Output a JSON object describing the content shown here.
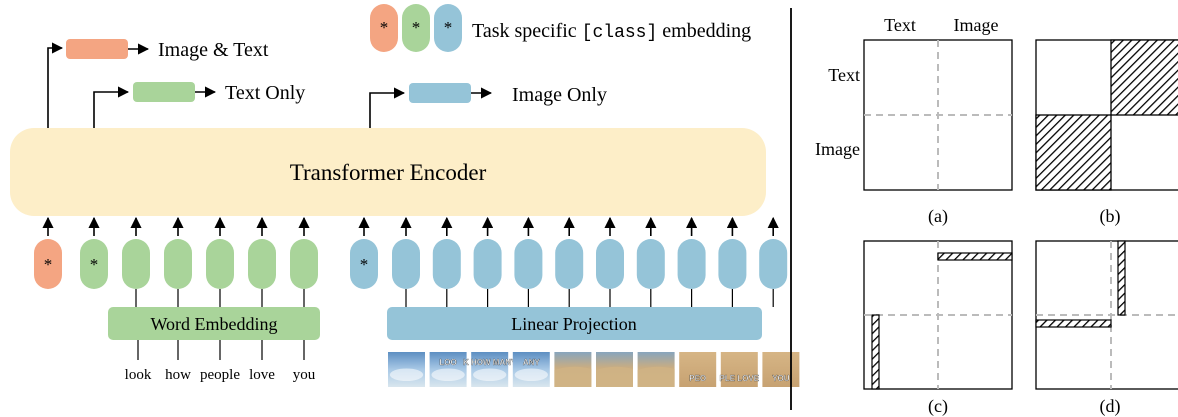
{
  "legend": {
    "star_symbol": "*",
    "text_prefix": "Task specific ",
    "text_code": "[class]",
    "text_suffix": " embedding"
  },
  "outputs": {
    "image_text": "Image & Text",
    "text_only": "Text Only",
    "image_only": "Image Only"
  },
  "encoder_label": "Transformer Encoder",
  "word_embedding_label": "Word Embedding",
  "linear_projection_label": "Linear Projection",
  "words": [
    "look",
    "how",
    "people",
    "love",
    "you"
  ],
  "image_patch_texts": [
    "",
    "LOO",
    "K HOW MANY",
    "ANY",
    "",
    "",
    "",
    "PEO",
    "PLE LOVE",
    "YOU"
  ],
  "matrix_headers": {
    "col_text": "Text",
    "col_image": "Image",
    "row_text": "Text",
    "row_image": "Image"
  },
  "panel_captions": [
    "(a)",
    "(b)",
    "(c)",
    "(d)"
  ],
  "colors": {
    "orange": "#f4a582",
    "green": "#a9d49a",
    "blue": "#95c4d8",
    "encoder": "#fdeec8",
    "dashed": "#bbbbbb"
  },
  "icons": {
    "arrow": "right-arrow-icon",
    "patch": "meme-patch-image"
  }
}
